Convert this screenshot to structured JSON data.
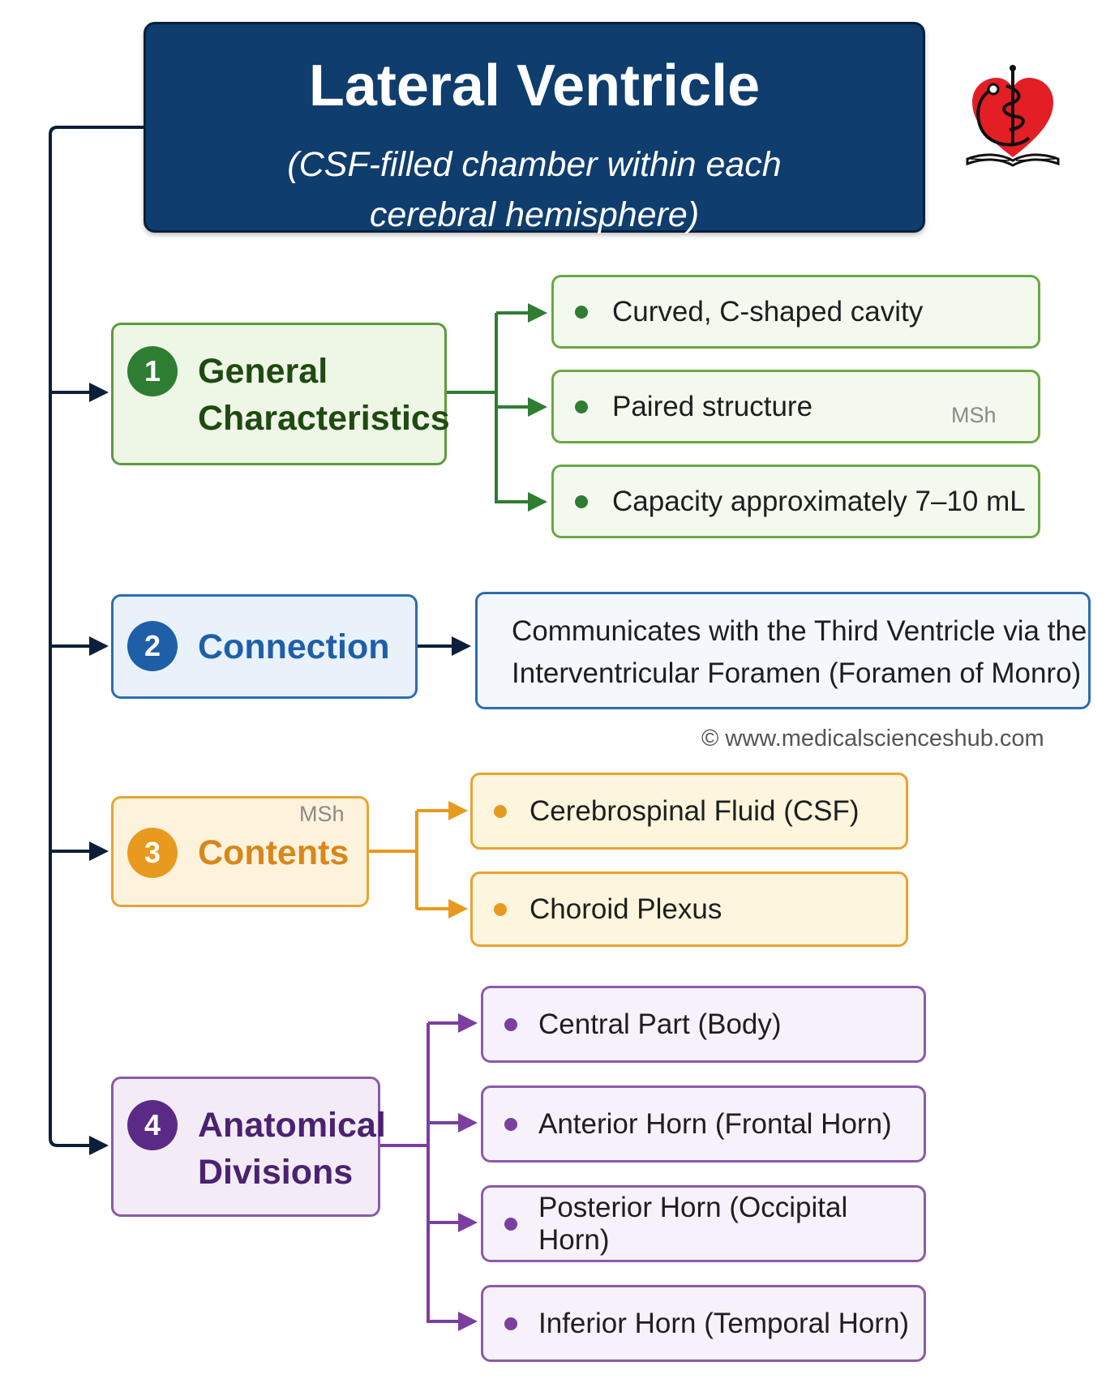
{
  "title": {
    "main": "Lateral Ventricle",
    "subtitle_line1": "(CSF-filled chamber within each",
    "subtitle_line2": "cerebral hemisphere)"
  },
  "logo": {
    "icon": "heart-stethoscope-book-logo"
  },
  "colors": {
    "title_bg": "#0f3d6e",
    "green": "#2e7d32",
    "blue": "#1f5fa8",
    "orange": "#e89a1e",
    "purple": "#5b2a86",
    "trunk": "#0b1f3a"
  },
  "sections": [
    {
      "number": "1",
      "label_line1": "General",
      "label_line2": "Characteristics",
      "items": [
        "Curved, C-shaped cavity",
        "Paired structure",
        "Capacity approximately 7–10 mL"
      ]
    },
    {
      "number": "2",
      "label_line1": "Connection",
      "items": [
        "Communicates with the Third Ventricle via the",
        "Interventricular Foramen (Foramen of Monro)"
      ]
    },
    {
      "number": "3",
      "label_line1": "Contents",
      "items": [
        "Cerebrospinal Fluid (CSF)",
        "Choroid Plexus"
      ]
    },
    {
      "number": "4",
      "label_line1": "Anatomical",
      "label_line2": "Divisions",
      "items": [
        "Central Part (Body)",
        "Anterior Horn (Frontal Horn)",
        "Posterior Horn (Occipital Horn)",
        "Inferior Horn (Temporal Horn)"
      ]
    }
  ],
  "watermarks": [
    "MSh",
    "MSh"
  ],
  "credit": "© www.medicalscienceshub.com"
}
